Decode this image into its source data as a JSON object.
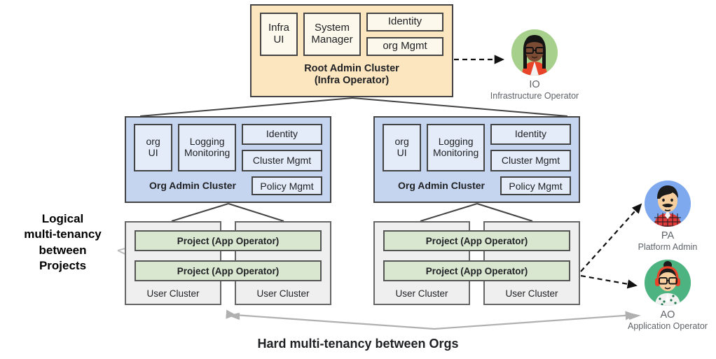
{
  "root_admin": {
    "cells": [
      "Infra\nUI",
      "System\nManager"
    ],
    "infra_ui": "Infra UI",
    "system_manager": "System Manager",
    "stack": [
      "Identity",
      "org Mgmt"
    ],
    "caption_line1": "Root Admin Cluster",
    "caption_line2": "(Infra Operator)",
    "bg_color": "#fbe6c0",
    "cell_color": "#fdf8ec"
  },
  "org_admins": [
    {
      "org_ui": "org UI",
      "logging_monitoring": "Logging Monitoring",
      "stack": [
        "Identity",
        "Cluster Mgmt"
      ],
      "wide_cell": "Policy Mgmt",
      "caption": "Org Admin Cluster",
      "bg_color": "#c6d5ef",
      "cell_color": "#e5ecf9"
    },
    {
      "org_ui": "org UI",
      "logging_monitoring": "Logging Monitoring",
      "stack": [
        "Identity",
        "Cluster Mgmt"
      ],
      "wide_cell": "Policy Mgmt",
      "caption": "Org Admin Cluster",
      "bg_color": "#c6d5ef",
      "cell_color": "#e5ecf9"
    }
  ],
  "user_cluster_groups": [
    {
      "projects": [
        "Project (App Operator)",
        "Project (App Operator)"
      ],
      "clusters": [
        "User Cluster",
        "User Cluster"
      ],
      "project_color": "#d9e7d1",
      "cluster_color": "#efefef"
    },
    {
      "projects": [
        "Project (App Operator)",
        "Project  (App Operator)"
      ],
      "clusters": [
        "User Cluster",
        "User Cluster"
      ],
      "project_color": "#d9e7d1",
      "cluster_color": "#efefef"
    }
  ],
  "personas": [
    {
      "abbr": "IO",
      "full": "Infrastructure Operator",
      "circle_color": "#a8d08d",
      "icon": "woman-glasses-avatar-icon"
    },
    {
      "abbr": "PA",
      "full": "Platform Admin",
      "circle_color": "#7fa9ee",
      "icon": "man-mustache-avatar-icon"
    },
    {
      "abbr": "AO",
      "full": "Application Operator",
      "circle_color": "#4db380",
      "icon": "woman-headphones-avatar-icon"
    }
  ],
  "annotations": {
    "logical": "Logical multi-tenancy between Projects",
    "logical_lines": [
      "Logical",
      "multi-tenancy",
      "between",
      "Projects"
    ],
    "hard": "Hard multi-tenancy between Orgs"
  }
}
